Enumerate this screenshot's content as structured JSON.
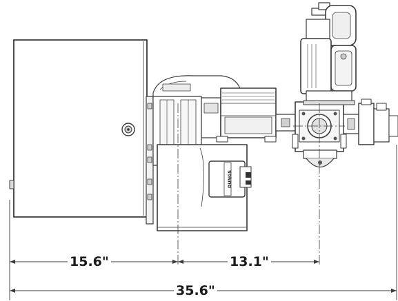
{
  "dimensions": {
    "left_segment": "15.6\"",
    "right_segment": "13.1\"",
    "overall": "35.6\""
  },
  "device_label": "DUNGS",
  "colors": {
    "line": "#3a3a3a",
    "background": "#ffffff",
    "fill_light": "#f2f2f2",
    "fill_mid": "#dcdcdc",
    "fill_dark": "#555555"
  }
}
